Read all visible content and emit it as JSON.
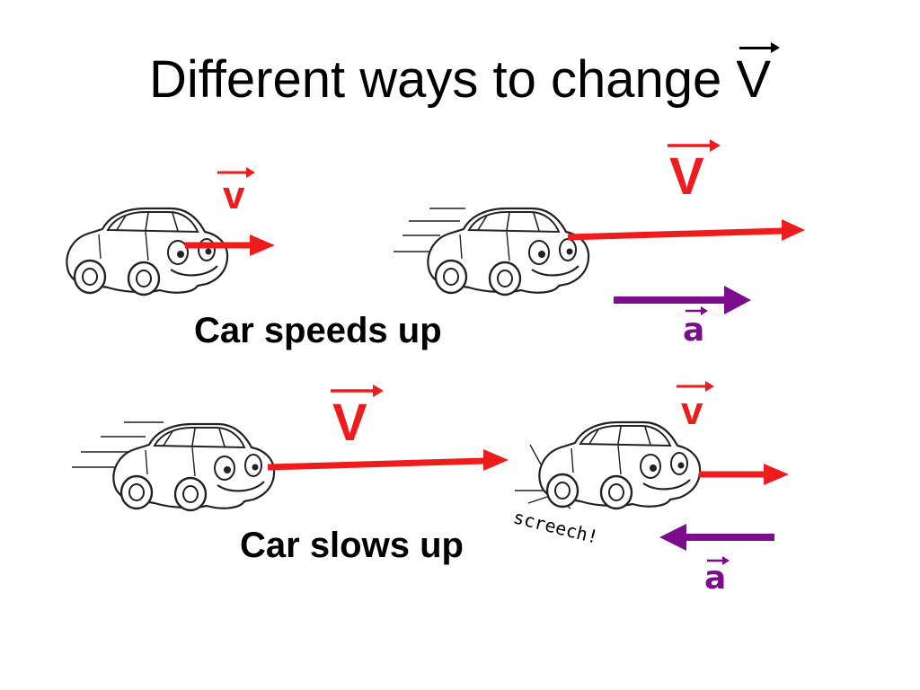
{
  "title": {
    "text": "Different ways to change",
    "vector_symbol": "V"
  },
  "captions": {
    "speeds_up": "Car speeds up",
    "slows_up": "Car slows up"
  },
  "labels": {
    "v_small": "v",
    "v_large": "V",
    "a": "a",
    "screech": "screech!"
  },
  "colors": {
    "velocity": "#ee1c1c",
    "acceleration": "#7b0d8c",
    "text": "#000000"
  }
}
